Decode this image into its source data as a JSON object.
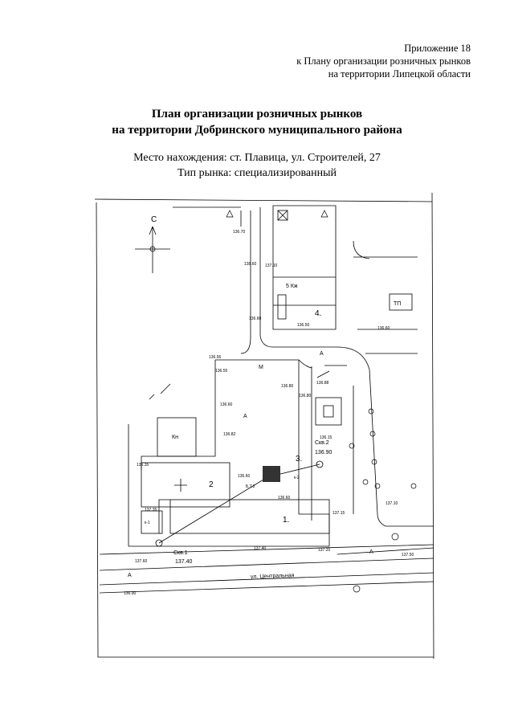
{
  "appendix": {
    "line1": "Приложение 18",
    "line2": "к Плану организации розничных рынков",
    "line3": "на территории Липецкой области"
  },
  "title": {
    "line1": "План организации розничных рынков",
    "line2": "на территории Добринского муниципального района"
  },
  "location": {
    "address": "Место нахождения: ст. Плавица, ул. Строителей, 27",
    "market_type": "Тип рынка: специализированный"
  },
  "plan": {
    "compass_north": "С",
    "street": "ул. Центральная",
    "buildings": {
      "b1": "1.",
      "b2": "2",
      "b3": "3.",
      "b4": "4.",
      "b4_floors": "5 Кж",
      "tp": "ТП",
      "kn": "Кн",
      "k1": "к-1",
      "k2": "к-2",
      "m": "М"
    },
    "wells": {
      "well1": "Скв.1",
      "well1_elev": "137.40",
      "well2": "Скв.2",
      "well2_elev": "136.90",
      "bt": "Б.Т.3"
    },
    "zone_label": "А",
    "elevations": [
      "136.70",
      "136.60",
      "137.10",
      "136.56",
      "136.50",
      "136.55",
      "136.60",
      "136.80",
      "136.82",
      "136.15",
      "136.80",
      "136.88",
      "136.60",
      "136.60",
      "137.15",
      "137.35",
      "137.40",
      "137.20",
      "137.50",
      "137.60",
      "137.10",
      "136.60",
      "136.35",
      "138.60",
      "136.90"
    ]
  }
}
